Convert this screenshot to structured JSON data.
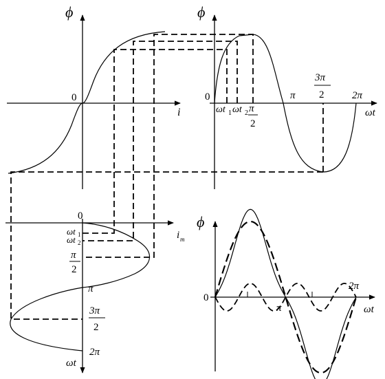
{
  "labels": {
    "phi": "ϕ",
    "i": "i",
    "i_m": "i",
    "i_m_sub": "m",
    "omega_t": "ωt",
    "zero": "0",
    "pi": "π",
    "two_pi": "2π",
    "three_pi_num": "3π",
    "two": "2",
    "omega_t1": "ωt",
    "sub1": "1",
    "omega_t2": "ωt",
    "sub2": "2"
  }
}
